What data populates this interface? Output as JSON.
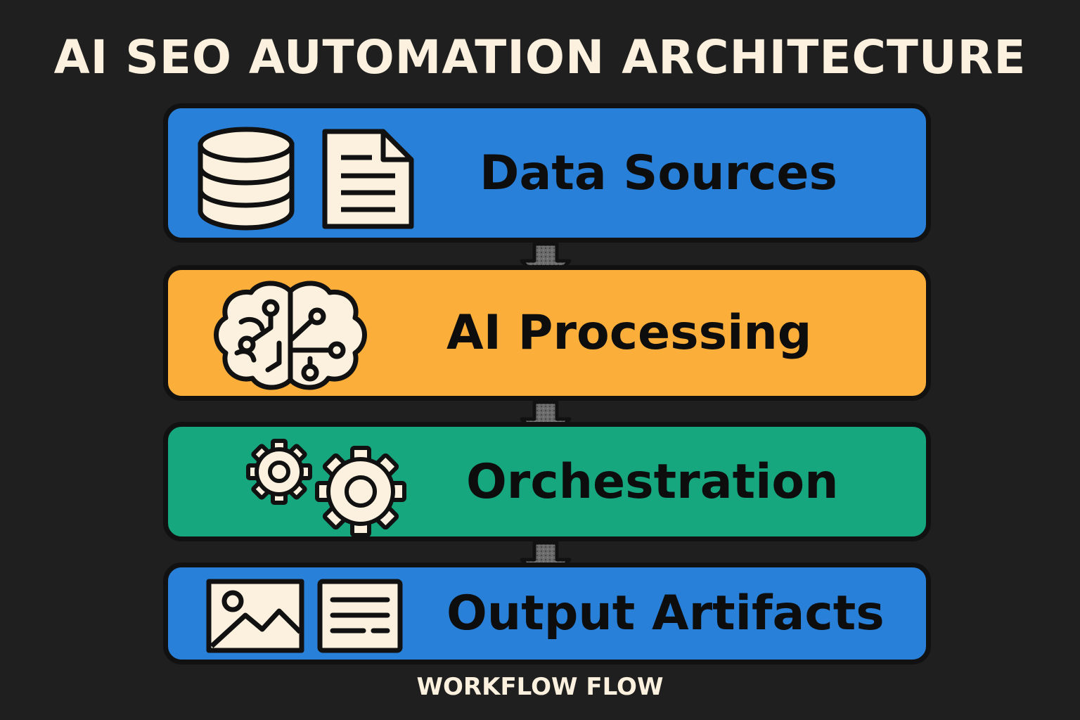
{
  "title": "AI SEO AUTOMATION ARCHITECTURE",
  "stages": [
    {
      "label": "Data Sources",
      "color": "#2980d9",
      "icons": [
        "database-icon",
        "document-icon"
      ]
    },
    {
      "label": "AI Processing",
      "color": "#fbaf3a",
      "icons": [
        "brain-circuit-icon"
      ]
    },
    {
      "label": "Orchestration",
      "color": "#16a77e",
      "icons": [
        "gears-icon"
      ]
    },
    {
      "label": "Output Artifacts",
      "color": "#2980d9",
      "icons": [
        "image-icon",
        "text-document-icon"
      ]
    }
  ],
  "footer": "WORKFLOW FLOW",
  "colors": {
    "background": "#1f1f1f",
    "icon_fill": "#fbf1de",
    "outline": "#111111",
    "arrow": "#6e6e6e"
  }
}
